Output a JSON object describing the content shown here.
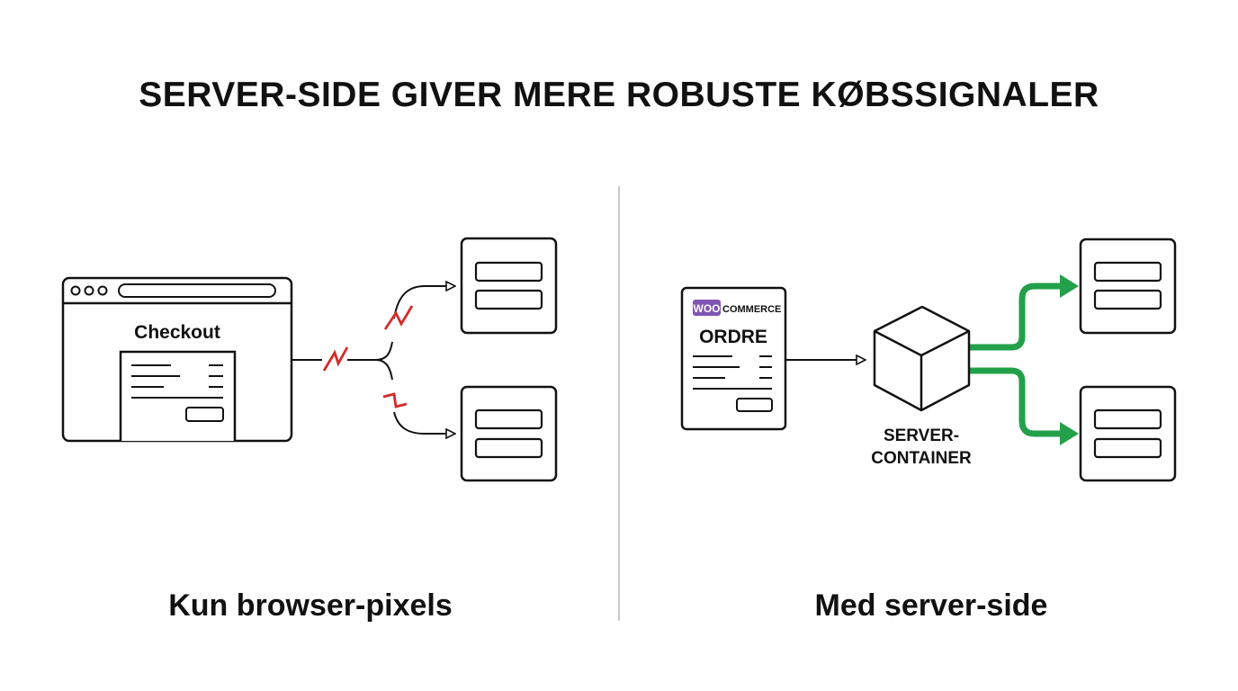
{
  "title": "SERVER-SIDE GIVER MERE ROBUSTE KØBSSIGNALER",
  "left_panel": {
    "label": "Kun browser-pixels",
    "browser": {
      "page_title": "Checkout"
    }
  },
  "right_panel": {
    "label": "Med server-side",
    "order_doc": {
      "logo_woo": "WOO",
      "logo_commerce": "COMMERCE",
      "title": "ORDRE"
    },
    "server_container": {
      "line1": "SERVER-",
      "line2": "CONTAINER"
    }
  },
  "colors": {
    "stroke": "#111111",
    "broken_link": "#d42a2a",
    "success_arrow": "#22a04a",
    "divider": "#c8c8c8",
    "woo_badge": "#7f54b3"
  }
}
